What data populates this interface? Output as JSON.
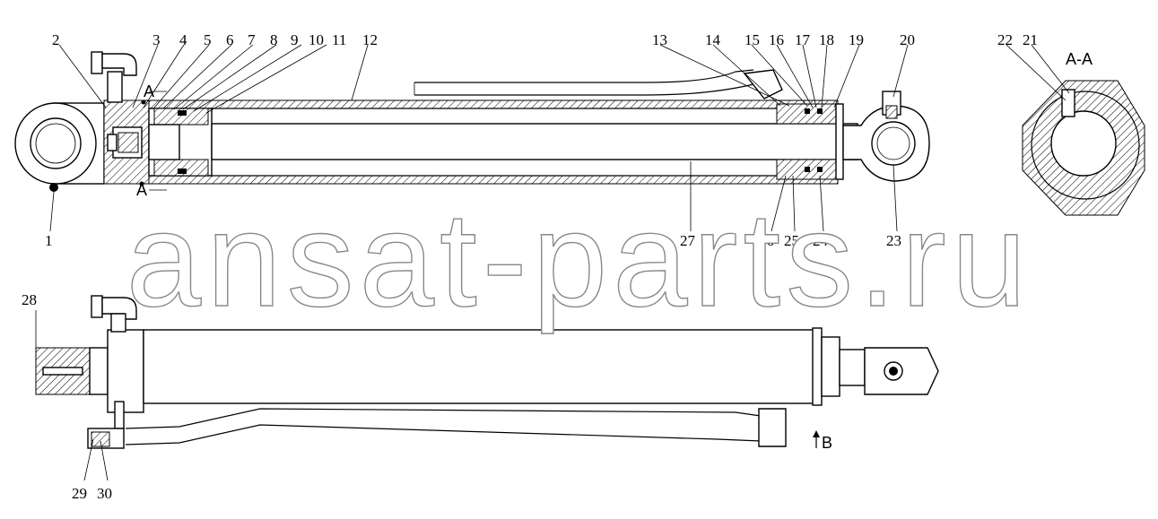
{
  "watermark": "ansat-parts.ru",
  "corner_mark": "",
  "section_label": "A-A",
  "cut_marks": {
    "top": "A",
    "bottom": "A"
  },
  "view_label": "B",
  "callouts": {
    "c1": "1",
    "c2": "2",
    "c3": "3",
    "c4": "4",
    "c5": "5",
    "c6": "6",
    "c7": "7",
    "c8": "8",
    "c9": "9",
    "c10": "10",
    "c11": "11",
    "c12": "12",
    "c13": "13",
    "c14": "14",
    "c15": "15",
    "c16": "16",
    "c17": "17",
    "c18": "18",
    "c19": "19",
    "c20": "20",
    "c21": "21",
    "c22": "22",
    "c23": "23",
    "c24": "24",
    "c25": "25",
    "c26": "26",
    "c27": "27",
    "c28": "28",
    "c29": "29",
    "c30": "30"
  }
}
